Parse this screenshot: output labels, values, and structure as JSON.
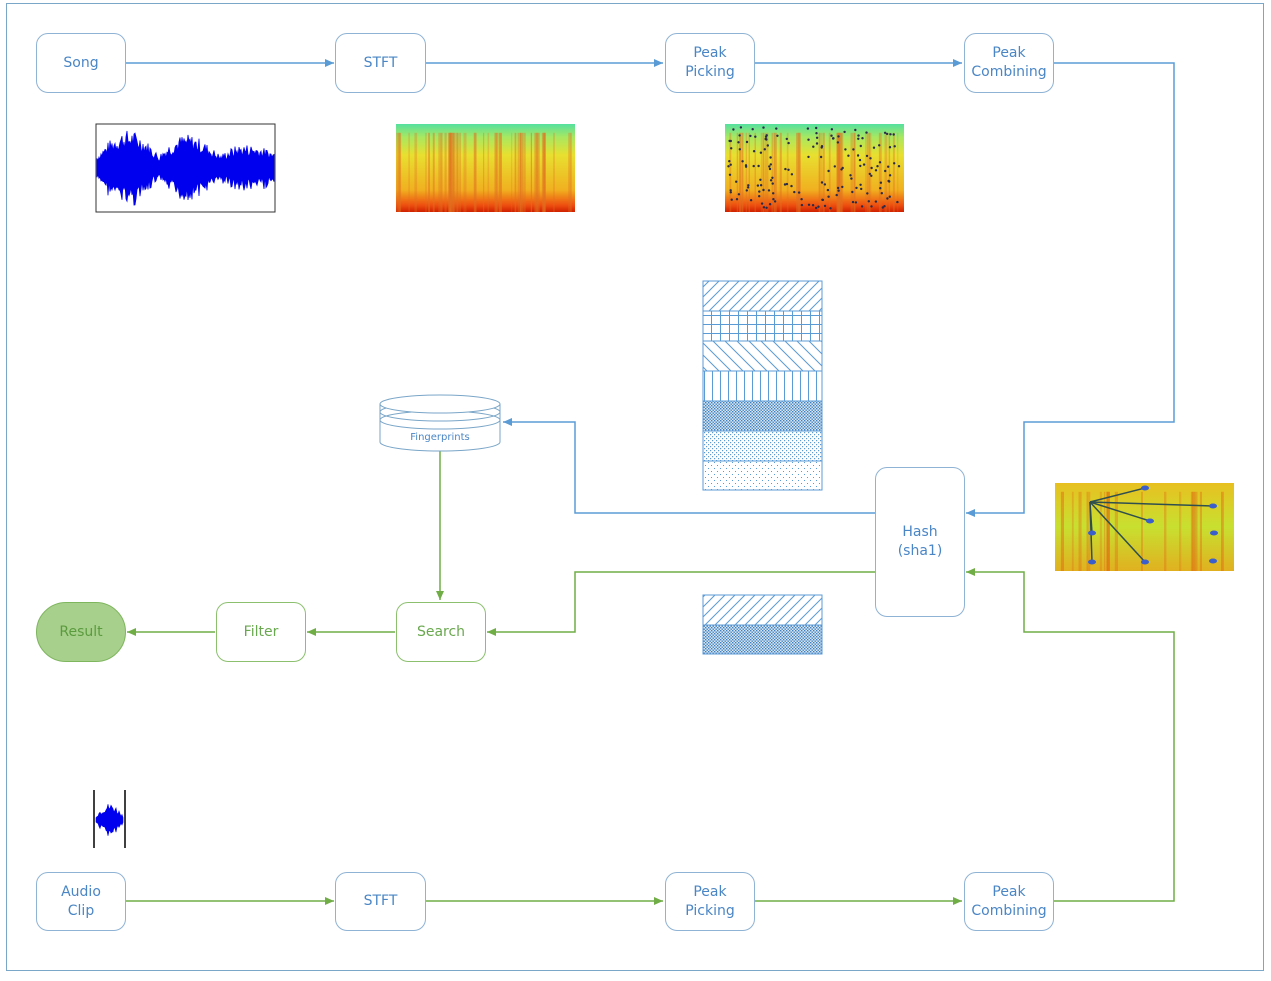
{
  "top_pipeline": {
    "song": "Song",
    "stft": "STFT",
    "peak_picking": "Peak\nPicking",
    "peak_combining": "Peak\nCombining"
  },
  "bottom_pipeline": {
    "audio_clip": "Audio\nClip",
    "stft": "STFT",
    "peak_picking": "Peak\nPicking",
    "peak_combining": "Peak\nCombining"
  },
  "hash": "Hash\n(sha1)",
  "database": "Fingerprints",
  "search": "Search",
  "filter": "Filter",
  "result": "Result",
  "colors": {
    "blue_flow": "#5b9bd5",
    "green_flow": "#70ad47",
    "waveform": "#0000ee",
    "result_fill": "#a8d08d"
  }
}
